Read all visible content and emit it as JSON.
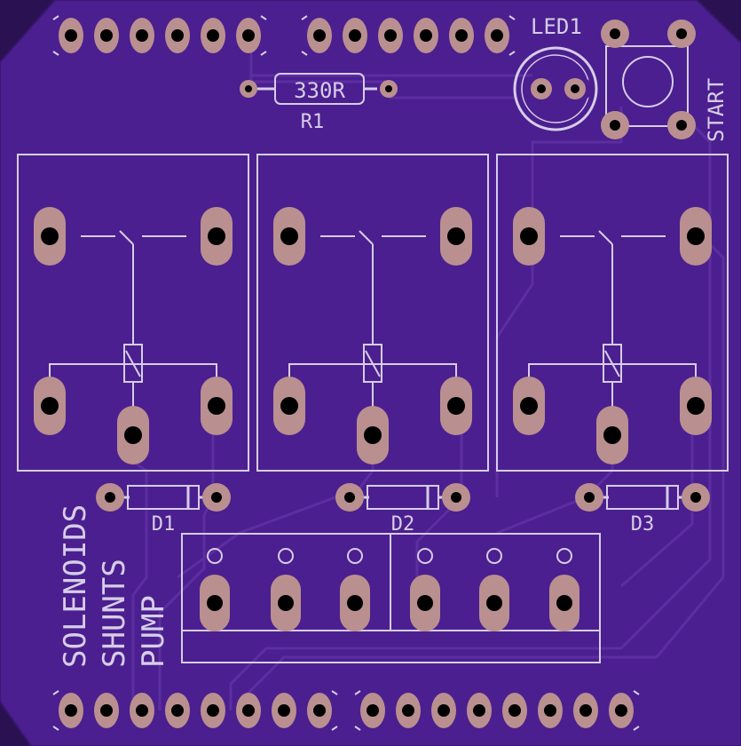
{
  "board": {
    "colors": {
      "substrate": "#2a1252",
      "board": "#4b1f8f",
      "trace": "#3f1878",
      "trace_edge": "#6a3cb0",
      "silk": "#d6cde8",
      "pad": "#b9908f",
      "drill": "#000000"
    }
  },
  "labels": {
    "led": "LED1",
    "resistor_value": "330R",
    "resistor_ref": "R1",
    "start": "START",
    "diode1": "D1",
    "diode2": "D2",
    "diode3": "D3",
    "solenoids": "SOLENOIDS",
    "shunts": "SHUNTS",
    "pump": "PUMP"
  }
}
